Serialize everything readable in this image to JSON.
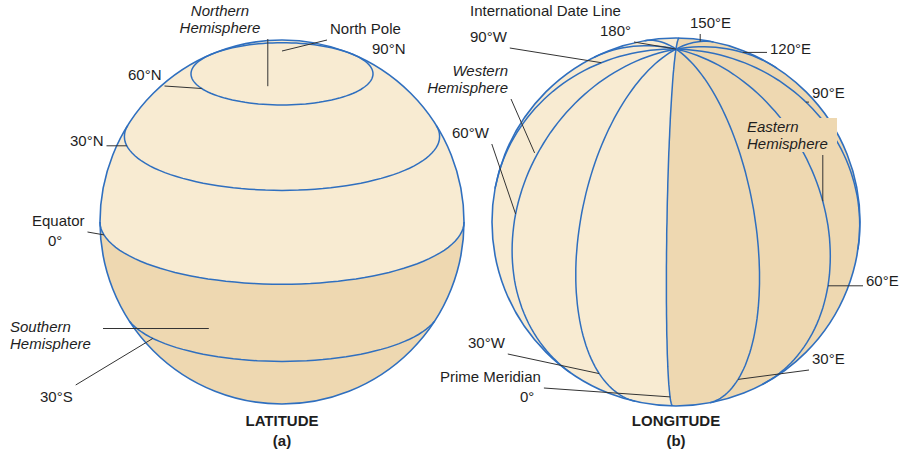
{
  "diagram": {
    "labels": [
      "Northern Hemisphere",
      "North Pole",
      "90°N",
      "60°N",
      "30°N",
      "Equator",
      "0°",
      "Southern Hemisphere",
      "30°S",
      "LATITUDE",
      "(a)",
      "International Date Line",
      "180°",
      "150°E",
      "120°E",
      "90°W",
      "Western Hemisphere",
      "90°E",
      "Eastern Hemisphere",
      "60°W",
      "60°E",
      "30°W",
      "30°E",
      "Prime Meridian",
      "0°",
      "LONGITUDE",
      "(b)"
    ]
  }
}
